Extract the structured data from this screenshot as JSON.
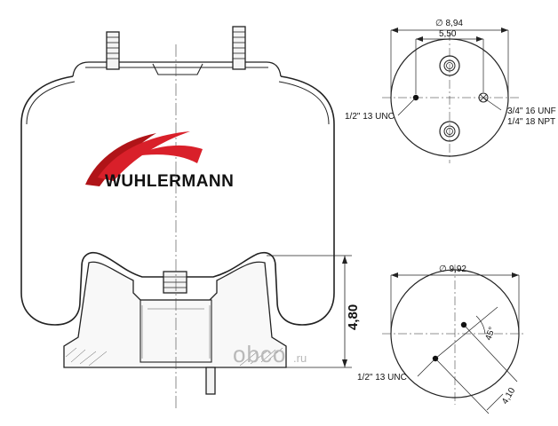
{
  "brand": {
    "name": "WUHLERMANN",
    "swoosh_color": "#d9202a"
  },
  "watermark": {
    "text": "obco",
    "suffix": ".ru"
  },
  "side_view": {
    "height_dim": "4,80"
  },
  "top_view": {
    "outer_dia": "∅ 8,94",
    "bolt_spacing": "5,50",
    "left_thread": "1/2\" 13 UNC",
    "right_thread_1": "3/4\" 16 UNF",
    "right_thread_2": "1/4\" 18 NPT"
  },
  "bottom_view": {
    "outer_dia": "∅ 9,92",
    "angle": "45°",
    "thread": "1/2\" 13 UNC",
    "offset_dim": "4,10"
  }
}
